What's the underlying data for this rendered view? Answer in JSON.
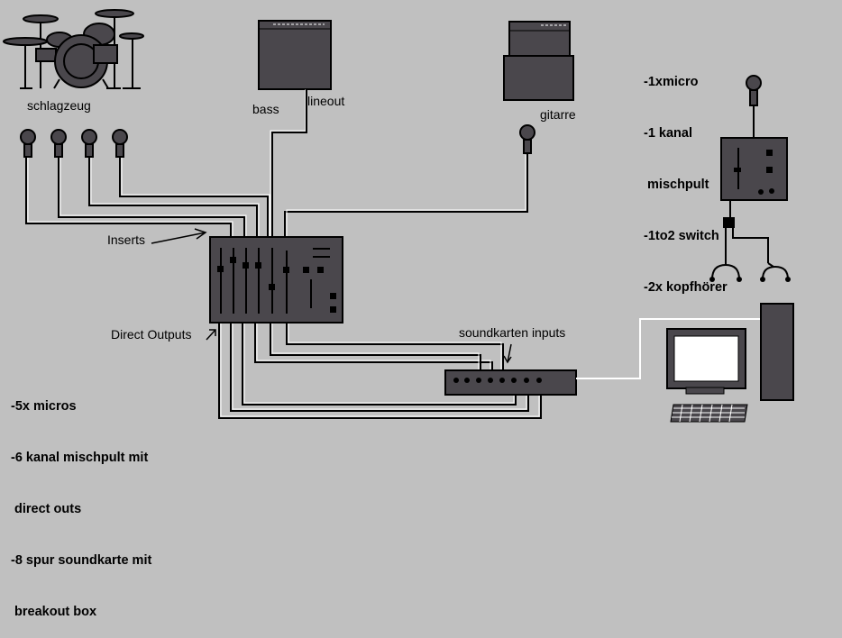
{
  "labels": {
    "schlagzeug": "schlagzeug",
    "bass": "bass",
    "lineout": "lineout",
    "gitarre": "gitarre",
    "inserts": "Inserts",
    "direct_outputs": "Direct Outputs",
    "soundkarten_inputs": "soundkarten inputs"
  },
  "left_notes": [
    "-5x micros",
    "-6 kanal mischpult mit",
    " direct outs",
    "-8 spur soundkarte mit",
    " breakout box"
  ],
  "right_notes": [
    "-1xmicro",
    "-1 kanal",
    " mischpult",
    "-1to2 switch",
    "-2x kopfhörer"
  ],
  "colors": {
    "background": "#c0c0c0",
    "device": "#4a474c",
    "outline": "#000000",
    "wire": "#ffffff",
    "cable": "#000000",
    "screen": "#ffffff"
  }
}
